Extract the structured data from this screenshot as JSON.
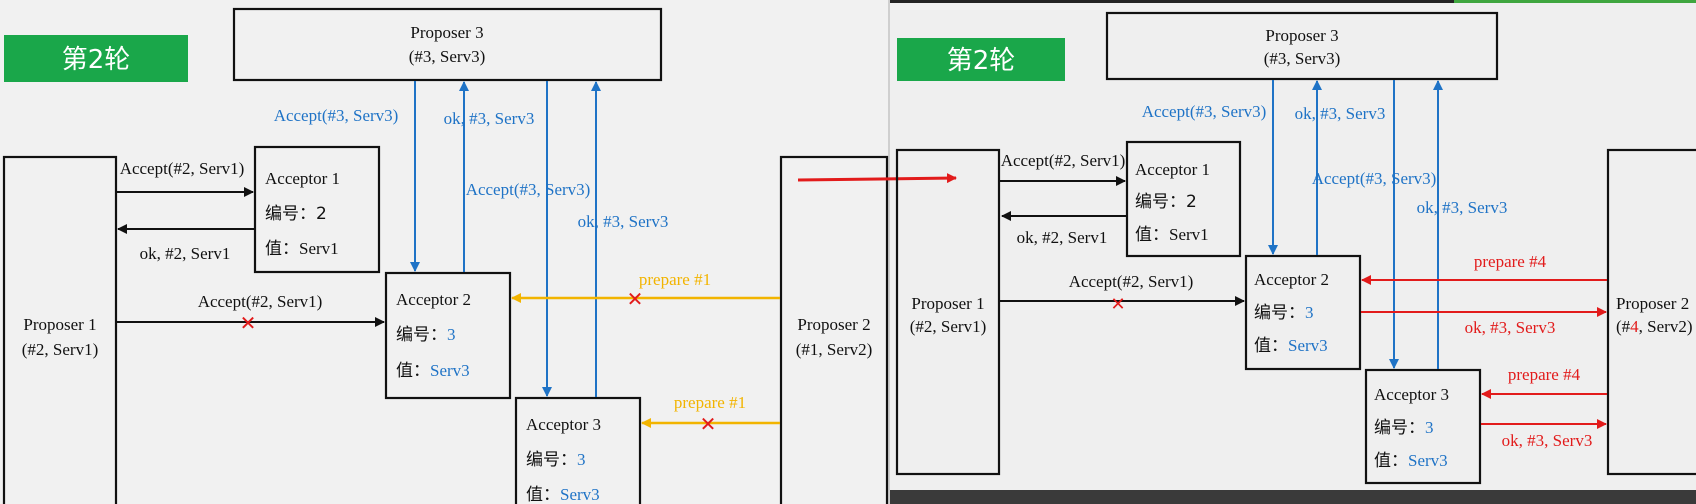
{
  "left": {
    "round_badge": "第2轮",
    "proposer3": {
      "name": "Proposer 3",
      "value": "(#3, Serv3)"
    },
    "proposer1": {
      "name": "Proposer 1",
      "value": "(#2, Serv1)"
    },
    "proposer2": {
      "name": "Proposer 2",
      "value": "(#1, Serv2)"
    },
    "acceptor1": {
      "name": "Acceptor 1",
      "num_label": "编号：",
      "num": "2",
      "val_label": "值：",
      "val": "Serv1"
    },
    "acceptor2": {
      "name": "Acceptor 2",
      "num_label": "编号：",
      "num": "3",
      "val_label": "值：",
      "val": "Serv3"
    },
    "acceptor3": {
      "name": "Acceptor 3",
      "num_label": "编号：",
      "num": "3",
      "val_label": "值：",
      "val": "Serv3"
    },
    "msgs": {
      "accept_p1_a1": "Accept(#2, Serv1)",
      "ok_a1_p1": "ok, #2, Serv1",
      "accept_p1_a2": "Accept(#2, Serv1)",
      "accept_p3_a2": "Accept(#3, Serv3)",
      "ok_a2_p3": "ok, #3, Serv3",
      "accept_p3_a3": "Accept(#3, Serv3)",
      "ok_a3_p3": "ok, #3, Serv3",
      "prepare_a2": "prepare #1",
      "prepare_a3": "prepare #1"
    }
  },
  "right": {
    "round_badge": "第2轮",
    "proposer3": {
      "name": "Proposer 3",
      "value": "(#3, Serv3)"
    },
    "proposer1": {
      "name": "Proposer 1",
      "value": "(#2, Serv1)"
    },
    "proposer2": {
      "name": "Proposer 2",
      "value_pre": "(#",
      "value_num": "4",
      "value_post": ", Serv2)"
    },
    "acceptor1": {
      "name": "Acceptor 1",
      "num_label": "编号：",
      "num": "2",
      "val_label": "值：",
      "val": "Serv1"
    },
    "acceptor2": {
      "name": "Acceptor 2",
      "num_label": "编号：",
      "num": "3",
      "val_label": "值：",
      "val": "Serv3"
    },
    "acceptor3": {
      "name": "Acceptor 3",
      "num_label": "编号：",
      "num": "3",
      "val_label": "值：",
      "val": "Serv3"
    },
    "msgs": {
      "accept_p1_a1": "Accept(#2, Serv1)",
      "ok_a1_p1": "ok, #2, Serv1",
      "accept_p1_a2": "Accept(#2, Serv1)",
      "accept_p3_a2": "Accept(#3, Serv3)",
      "ok_a2_p3": "ok, #3, Serv3",
      "accept_p3_a3": "Accept(#3, Serv3)",
      "ok_a3_p3": "ok, #3, Serv3",
      "prepare_a2": "prepare #4",
      "ok_a2_p2": "ok, #3, Serv3",
      "prepare_a3": "prepare #4",
      "ok_a3_p2": "ok, #3, Serv3"
    }
  },
  "colors": {
    "badge": "#1aa74a",
    "blue": "#1f73c6",
    "yellow": "#f2b400",
    "red": "#e21b1b",
    "black": "#111111"
  }
}
